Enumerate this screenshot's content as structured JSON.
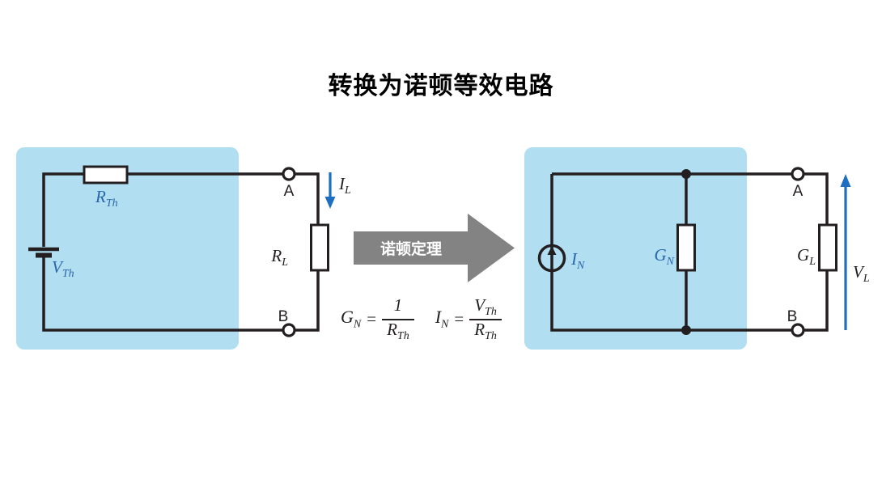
{
  "title": "转换为诺顿等效电路",
  "colors": {
    "highlight": "#b1dff1",
    "wire": "#231f20",
    "labelblue": "#2a66ab",
    "arrowblue": "#1e6fc2",
    "grayarrow": "#838383"
  },
  "transform_arrow": {
    "label": "诺顿定理"
  },
  "left_circuit": {
    "description": "Thevenin equivalent source with load",
    "source_label": {
      "main": "V",
      "sub": "Th"
    },
    "resistance_label": {
      "main": "R",
      "sub": "Th"
    },
    "load_label": {
      "main": "R",
      "sub": "L"
    },
    "current_label": {
      "main": "I",
      "sub": "L"
    },
    "terminal_a": "A",
    "terminal_b": "B"
  },
  "right_circuit": {
    "description": "Norton equivalent source with load",
    "current_source_label": {
      "main": "I",
      "sub": "N"
    },
    "conductance_label": {
      "main": "G",
      "sub": "N"
    },
    "load_label": {
      "main": "G",
      "sub": "L"
    },
    "voltage_label": {
      "main": "V",
      "sub": "L"
    },
    "terminal_a": "A",
    "terminal_b": "B"
  },
  "formulas": [
    {
      "lhs_main": "G",
      "lhs_sub": "N",
      "eq": "=",
      "num_main": "1",
      "num_sub": "",
      "den_main": "R",
      "den_sub": "Th"
    },
    {
      "lhs_main": "I",
      "lhs_sub": "N",
      "eq": "=",
      "num_main": "V",
      "num_sub": "Th",
      "den_main": "R",
      "den_sub": "Th"
    }
  ]
}
